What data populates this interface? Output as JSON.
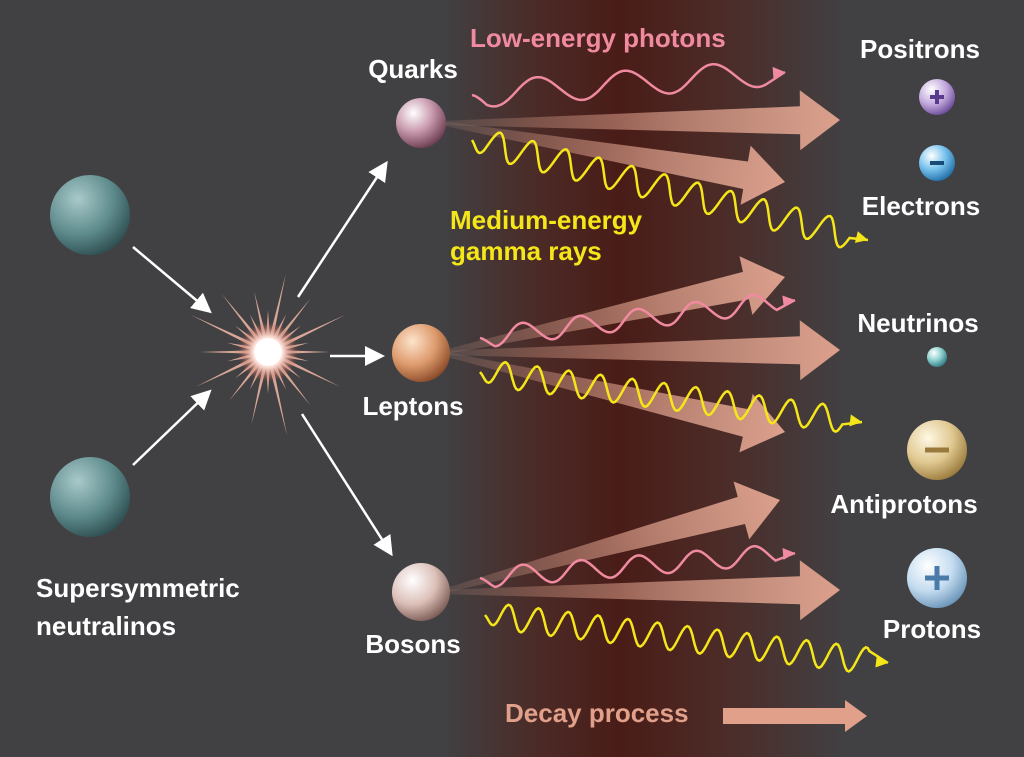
{
  "labels": {
    "quarks": "Quarks",
    "leptons": "Leptons",
    "bosons": "Bosons",
    "neutralinos_line1": "Supersymmetric",
    "neutralinos_line2": "neutralinos",
    "low_energy": "Low-energy photons",
    "gamma_line1": "Medium-energy",
    "gamma_line2": "gamma rays",
    "positrons": "Positrons",
    "electrons": "Electrons",
    "neutrinos": "Neutrinos",
    "antiprotons": "Antiprotons",
    "protons": "Protons",
    "decay": "Decay process"
  },
  "colors": {
    "background": "#414144",
    "band": "#4a1c17",
    "photon": "#f08aa0",
    "gamma": "#f5e61a",
    "decay": "#e0a08a"
  }
}
